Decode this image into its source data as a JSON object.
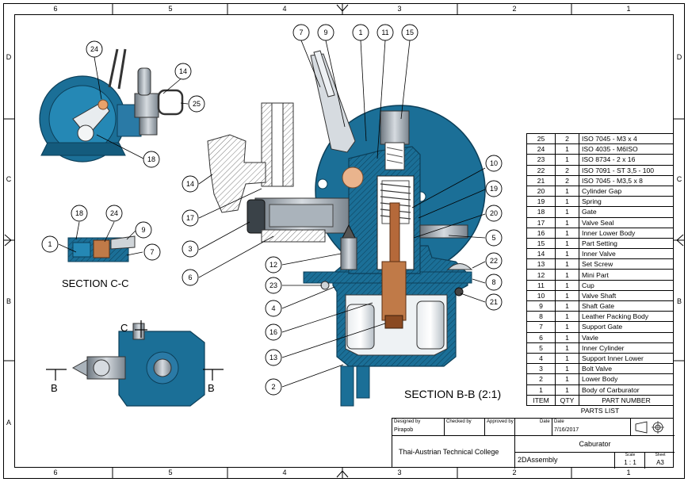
{
  "zones": {
    "columns": [
      "6",
      "5",
      "4",
      "3",
      "2",
      "1"
    ],
    "rows": [
      "D",
      "C",
      "B",
      "A"
    ]
  },
  "sections": {
    "cc": "SECTION C-C",
    "bb": "SECTION B-B (2:1)",
    "cut_b_left": "B",
    "cut_b_right": "B",
    "cut_c": "C"
  },
  "balloons": {
    "top": [
      "7",
      "9",
      "1",
      "11",
      "15"
    ],
    "right": [
      "10",
      "19",
      "20",
      "5",
      "22",
      "8",
      "21"
    ],
    "left_main": [
      "14",
      "17",
      "3",
      "6",
      "12",
      "23",
      "4",
      "16",
      "13",
      "2"
    ],
    "iso_view": [
      "24",
      "14",
      "25",
      "18"
    ],
    "cc_view": [
      "18",
      "24",
      "9",
      "1",
      "7"
    ]
  },
  "parts_list": {
    "rows": [
      {
        "item": "25",
        "qty": "2",
        "name": "ISO 7045 - M3 x 4"
      },
      {
        "item": "24",
        "qty": "1",
        "name": "ISO 4035 - M6ISO"
      },
      {
        "item": "23",
        "qty": "1",
        "name": "ISO 8734 - 2 x 16"
      },
      {
        "item": "22",
        "qty": "2",
        "name": "ISO 7091 - ST 3,5 - 100"
      },
      {
        "item": "21",
        "qty": "2",
        "name": "ISO 7045 - M3,5 x 8"
      },
      {
        "item": "20",
        "qty": "1",
        "name": "Cylinder Gap"
      },
      {
        "item": "19",
        "qty": "1",
        "name": "Spring"
      },
      {
        "item": "18",
        "qty": "1",
        "name": "Gate"
      },
      {
        "item": "17",
        "qty": "1",
        "name": "Valve Seal"
      },
      {
        "item": "16",
        "qty": "1",
        "name": "Inner Lower Body"
      },
      {
        "item": "15",
        "qty": "1",
        "name": "Part Setting"
      },
      {
        "item": "14",
        "qty": "1",
        "name": "Inner Valve"
      },
      {
        "item": "13",
        "qty": "1",
        "name": "Set Screw"
      },
      {
        "item": "12",
        "qty": "1",
        "name": "Mini Part"
      },
      {
        "item": "11",
        "qty": "1",
        "name": "Cup"
      },
      {
        "item": "10",
        "qty": "1",
        "name": "Valve Shaft"
      },
      {
        "item": "9",
        "qty": "1",
        "name": "Shaft Gate"
      },
      {
        "item": "8",
        "qty": "1",
        "name": "Leather Packing Body"
      },
      {
        "item": "7",
        "qty": "1",
        "name": "Support Gate"
      },
      {
        "item": "6",
        "qty": "1",
        "name": "Vavle"
      },
      {
        "item": "5",
        "qty": "1",
        "name": "Inner Cylinder"
      },
      {
        "item": "4",
        "qty": "1",
        "name": "Support Inner Lower"
      },
      {
        "item": "3",
        "qty": "1",
        "name": "Bolt Valve"
      },
      {
        "item": "2",
        "qty": "1",
        "name": "Lower Body"
      },
      {
        "item": "1",
        "qty": "1",
        "name": "Body of Carburator"
      }
    ],
    "header": {
      "item": "ITEM",
      "qty": "QTY",
      "name": "PART NUMBER"
    },
    "title": "PARTS LIST"
  },
  "title_block": {
    "designed_by_label": "Designed by",
    "designed_by": "Pirapob",
    "checked_by_label": "Checked by",
    "approved_by_label": "Approved by",
    "date_label": "Date",
    "date_label_2": "Date",
    "date": "7/16/2017",
    "company": "Thai-Austrian Technical College",
    "title": "Caburator",
    "subtitle": "2DAssembly",
    "scale_label": "Scale",
    "scale": "1 : 1",
    "sheet_label": "Sheet",
    "sheet": "A3"
  },
  "colors": {
    "body_blue": "#1b6f97",
    "dark_blue": "#0f4d6d",
    "steel": "#9aa4ad",
    "brass": "#b5693a",
    "hatch": "#d9dde0"
  }
}
